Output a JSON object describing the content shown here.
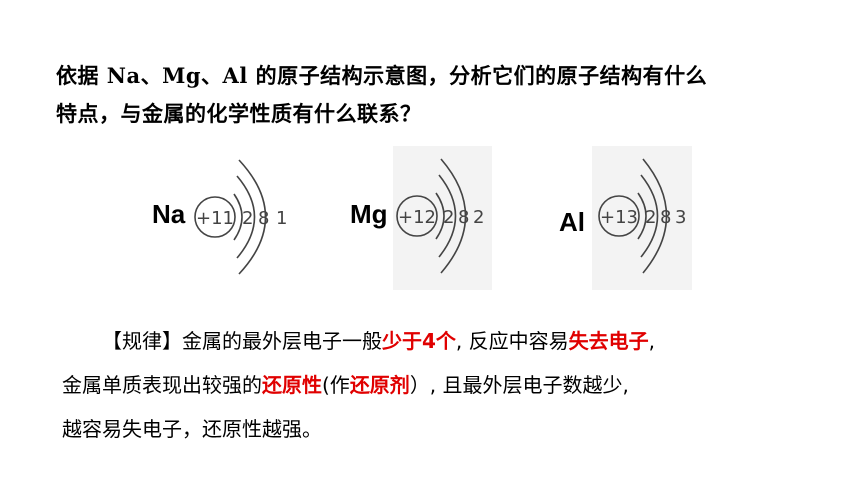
{
  "question": {
    "line1": "依据 Na、Mg、Al 的原子结构示意图，分析它们的原子结构有什么",
    "line2": "特点，与金属的化学性质有什么联系？"
  },
  "atoms": [
    {
      "symbol": "Na",
      "nucleus": "+11",
      "shells": [
        "2",
        "8",
        "1"
      ]
    },
    {
      "symbol": "Mg",
      "nucleus": "+12",
      "shells": [
        "2",
        "8",
        "2"
      ]
    },
    {
      "symbol": "Al",
      "nucleus": "+13",
      "shells": [
        "2",
        "8",
        "3"
      ]
    }
  ],
  "rule": {
    "l1_a": "【规律】金属的最外层电子一般",
    "l1_b": "少于4个",
    "l1_c": ", 反应中容易",
    "l1_d": "失去电子",
    "l1_e": ",",
    "l2_a": "金属单质表现出较强的",
    "l2_b": "还原性",
    "l2_c": "(作",
    "l2_d": "还原剂",
    "l2_e": "）, 且最外层电子数越少,",
    "l3_a": "越容易失电子，还原性越强。"
  },
  "colors": {
    "highlight": "#e00000",
    "text": "#000000"
  }
}
